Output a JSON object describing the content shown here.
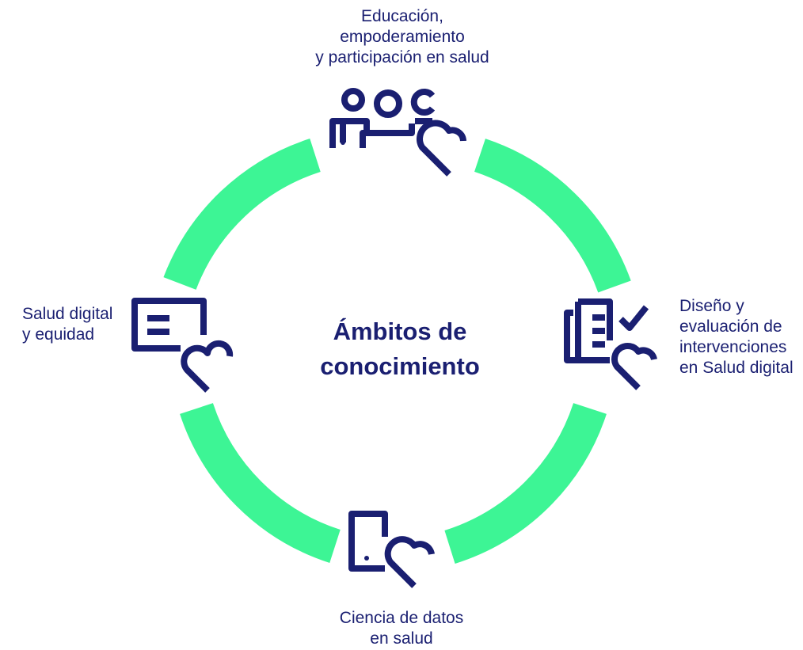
{
  "center_title": {
    "line1": "Ámbitos de",
    "line2": "conocimiento"
  },
  "nodes": {
    "top": {
      "lines": [
        "Educación,",
        "empoderamiento",
        "y participación en salud"
      ],
      "icon": "people-heart-icon"
    },
    "right": {
      "lines": [
        "Diseño y",
        "evaluación de",
        "intervenciones",
        "en Salud digital"
      ],
      "icon": "checklist-heart-icon"
    },
    "bottom": {
      "lines": [
        "Ciencia de datos",
        "en salud"
      ],
      "icon": "mobile-heart-icon"
    },
    "left": {
      "lines": [
        "Salud digital",
        "y equidad"
      ],
      "icon": "card-heart-icon"
    }
  },
  "colors": {
    "ring": "#3df595",
    "icon": "#1a1f71",
    "text": "#1a1f71",
    "background": "#ffffff"
  }
}
